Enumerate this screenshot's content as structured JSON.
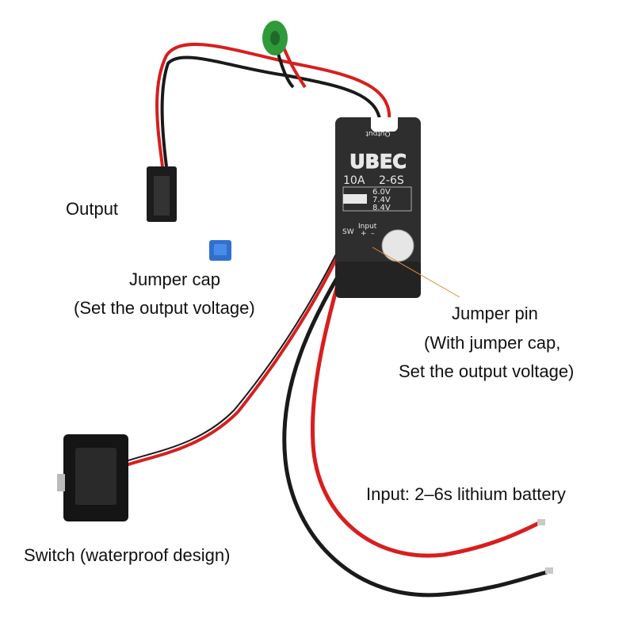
{
  "labels": {
    "output": "Output",
    "jumper_cap": "Jumper cap",
    "jumper_cap_note": "(Set the output voltage)",
    "jumper_pin": "Jumper pin",
    "jumper_pin_note1": "(With jumper cap,",
    "jumper_pin_note2": "Set the output voltage)",
    "input": "Input: 2–6s lithium battery",
    "switch": "Switch (waterproof design)"
  },
  "device": {
    "output_mark": "Output",
    "brand": "UBEC",
    "current": "10A",
    "cells": "2-6S",
    "voltages": [
      "6.0V",
      "7.4V",
      "8.4V"
    ],
    "sw": "SW",
    "input": "Input",
    "plus": "+",
    "minus": "–"
  },
  "colors": {
    "red_wire": "#d81e1e",
    "black_wire": "#1a1a1a",
    "housing": "#2e2e2e",
    "ferrite": "#2f9a3a",
    "jumper_cap": "#2f6fd0",
    "pointer": "#e08a3a"
  }
}
